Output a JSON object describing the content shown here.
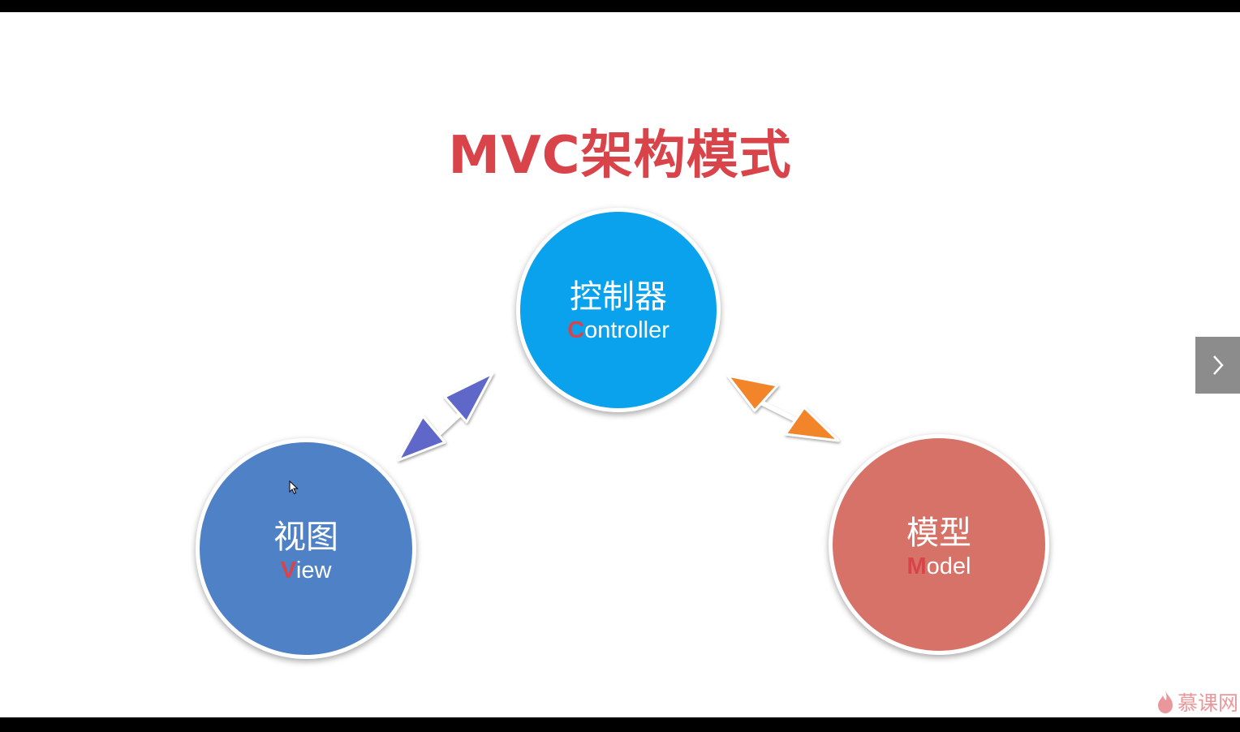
{
  "slide": {
    "title": "MVC架构模式",
    "nodes": {
      "controller": {
        "label_zh": "控制器",
        "label_en_first": "C",
        "label_en_rest": "ontroller",
        "color": "#0aa2ed"
      },
      "view": {
        "label_zh": "视图",
        "label_en_first": "V",
        "label_en_rest": "iew",
        "color": "#4f81c7"
      },
      "model": {
        "label_zh": "模型",
        "label_en_first": "M",
        "label_en_rest": "odel",
        "color": "#d67268"
      }
    },
    "connections": [
      {
        "from": "view",
        "to": "controller",
        "style": "double-arrow",
        "color": "#5e67c9"
      },
      {
        "from": "controller",
        "to": "model",
        "style": "double-arrow",
        "color": "#f2852a"
      }
    ]
  },
  "navigation": {
    "next_icon": "chevron-right-icon"
  },
  "watermark": {
    "text": "慕课网",
    "icon": "flame-logo-icon",
    "color": "#d9434a"
  },
  "accent_color": "#d9434a"
}
